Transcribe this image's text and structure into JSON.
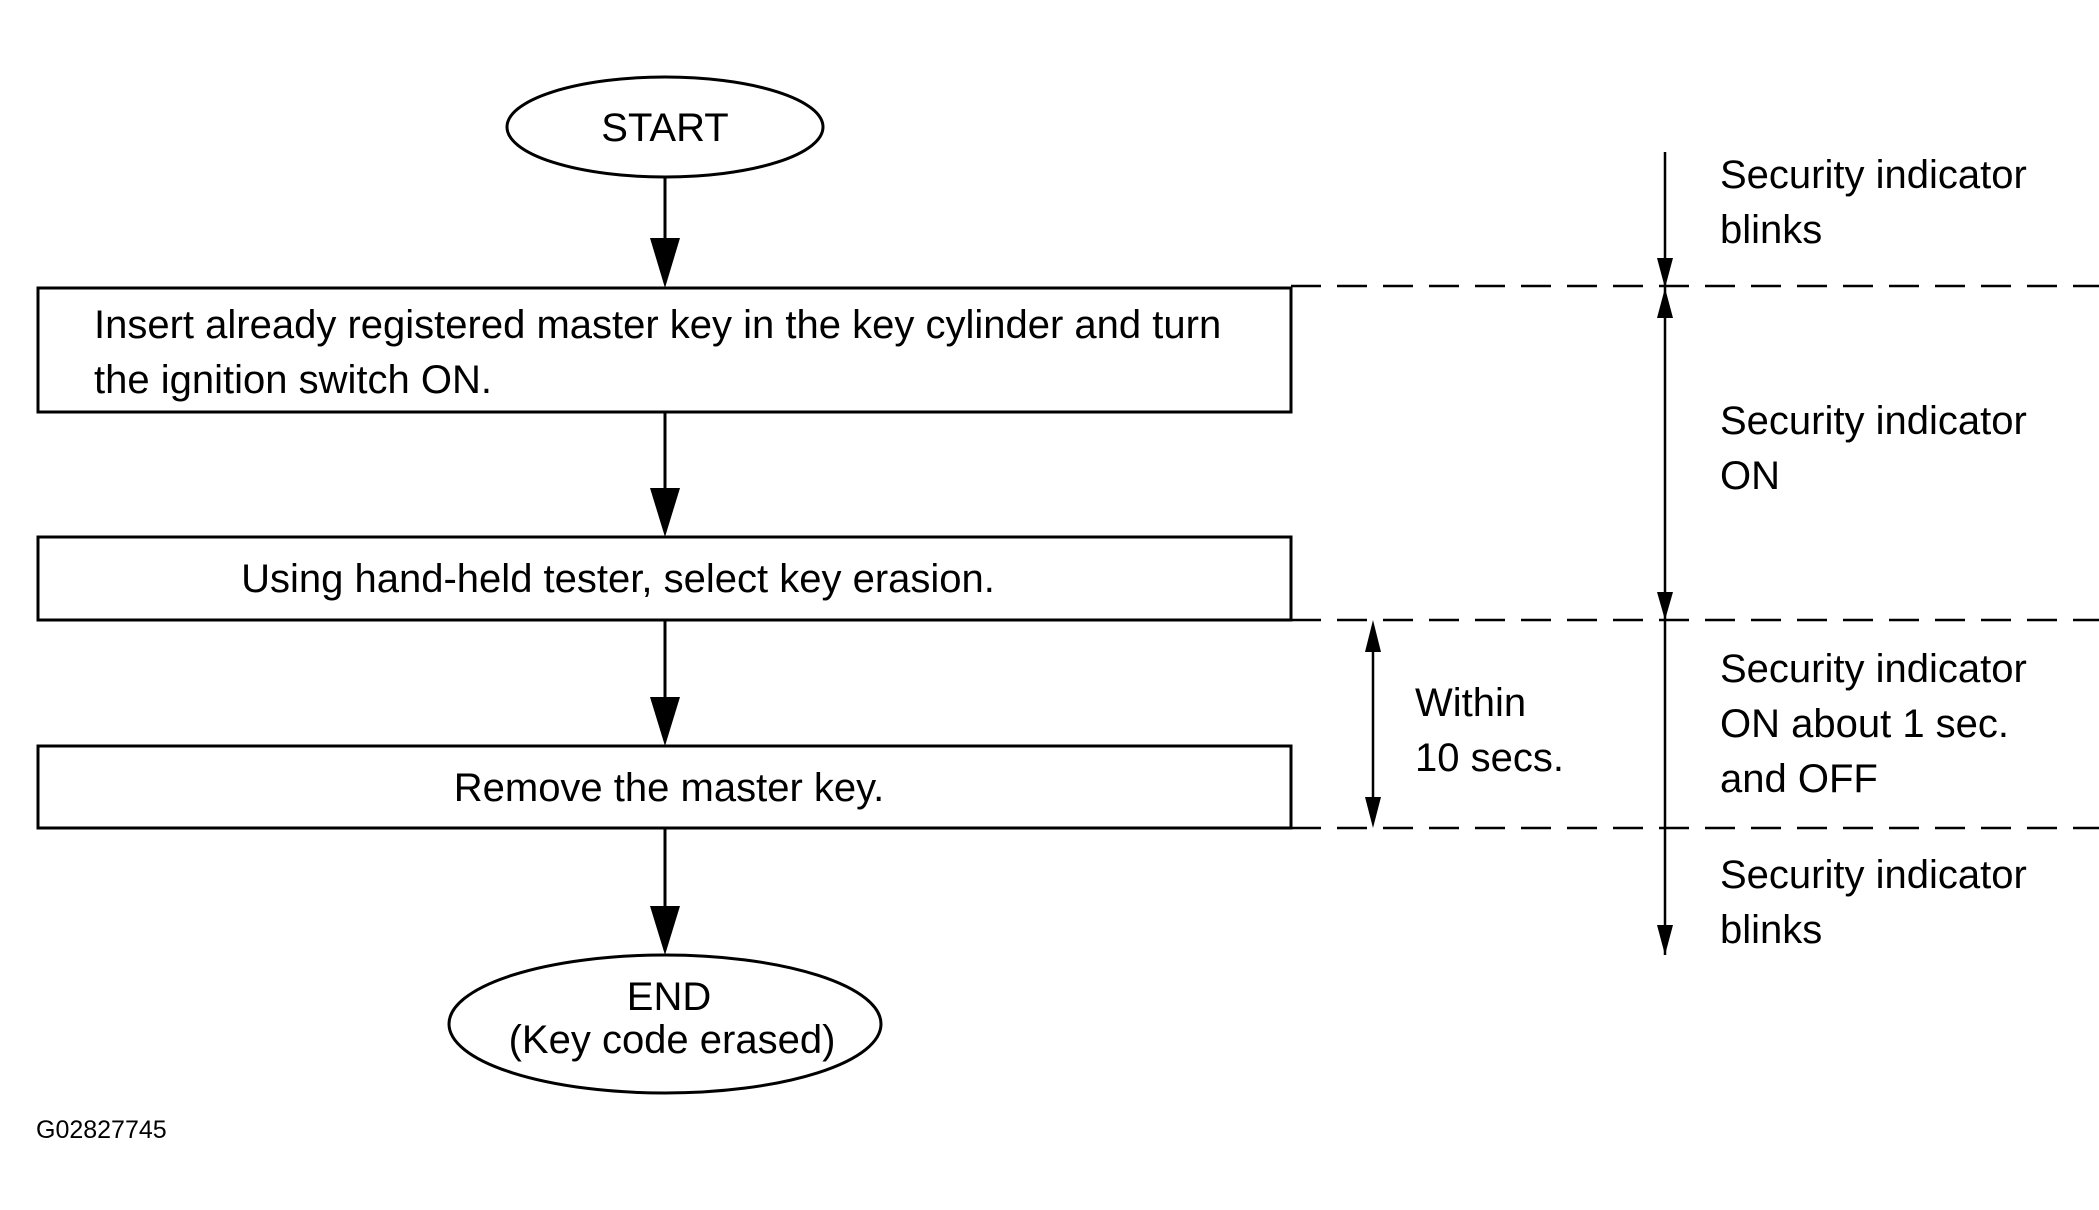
{
  "flowchart": {
    "start_label": "START",
    "steps": [
      {
        "line1": "Insert already registered master key in the key cylinder and turn",
        "line2": "the ignition switch ON."
      },
      {
        "line1": "Using hand-held tester, select key erasion."
      },
      {
        "line1": "Remove the master key."
      }
    ],
    "end_label": "END",
    "end_sublabel": "(Key code erased)"
  },
  "timing": {
    "window_line1": "Within",
    "window_line2": "10 secs."
  },
  "indicator_states": [
    {
      "line1": "Security indicator",
      "line2": "blinks"
    },
    {
      "line1": "Security indicator",
      "line2": "ON"
    },
    {
      "line1": "Security indicator",
      "line2": "ON about 1 sec.",
      "line3": "and OFF"
    },
    {
      "line1": "Security indicator",
      "line2": "blinks"
    }
  ],
  "figure_code": "G02827745"
}
